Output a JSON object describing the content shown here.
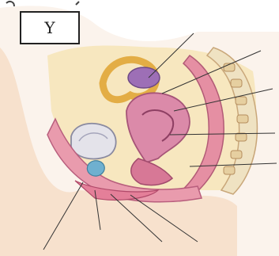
{
  "figure": {
    "label": "Y",
    "subject": "female-pelvis-sagittal-section",
    "colors": {
      "skin": "#f3dcc0",
      "peritoneum": "#f6e3b6",
      "muscle_pink": "#e796a6",
      "muscle_deep": "#c85f7c",
      "uterus": "#d98ba8",
      "ovary": "#9a6fb3",
      "fallopian_tube": "#e6b24a",
      "bladder": "#dcdce6",
      "spine": "#f1e6c8",
      "leader_line": "#333333"
    },
    "pointer_count": 9
  }
}
